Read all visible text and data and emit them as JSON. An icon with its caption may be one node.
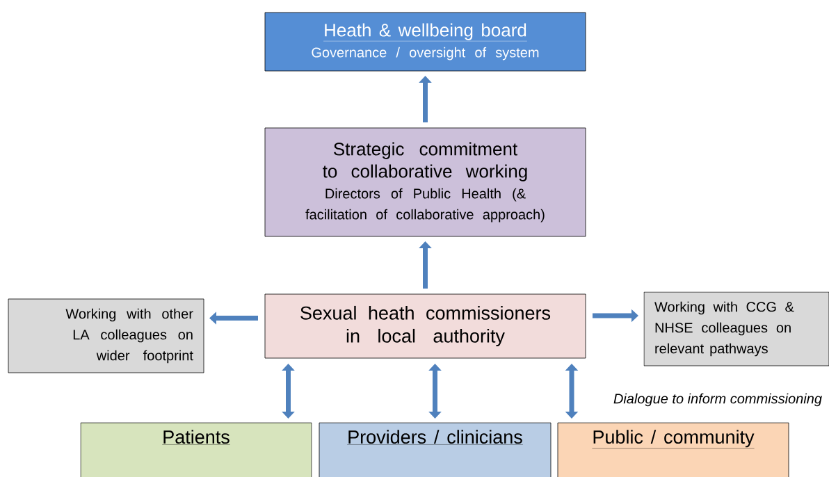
{
  "diagram": {
    "nodes": [
      {
        "text": [
          "Heath & wellbeing board",
          "Governance / oversight of system"
        ]
      },
      {
        "text": [
          "Strategic commitment to collaborative working",
          "Directors of Public Health (& facilitation of collaborative approach)"
        ]
      },
      {
        "text": [
          "Sexual heath commissioners in local authority"
        ]
      },
      {
        "text": [
          "Working with other LA colleagues on wider footprint"
        ]
      },
      {
        "text": [
          "Working with CCG & NHSE colleagues on relevant pathways"
        ]
      },
      {
        "text": [
          "Patients"
        ]
      },
      {
        "text": [
          "Providers / clinicians"
        ]
      },
      {
        "text": [
          "Public / community"
        ]
      }
    ],
    "edges": [
      {
        "from": 1,
        "to": 0,
        "arrow": "to"
      },
      {
        "from": 2,
        "to": 1,
        "arrow": "to"
      },
      {
        "from": 2,
        "to": 3,
        "arrow": "to"
      },
      {
        "from": 2,
        "to": 4,
        "arrow": "to"
      },
      {
        "from": 2,
        "to": 5,
        "arrow": "both"
      },
      {
        "from": 2,
        "to": 6,
        "arrow": "both"
      },
      {
        "from": 2,
        "to": 7,
        "arrow": "both"
      }
    ],
    "labels": [
      "Dialogue to inform commissioning"
    ]
  }
}
